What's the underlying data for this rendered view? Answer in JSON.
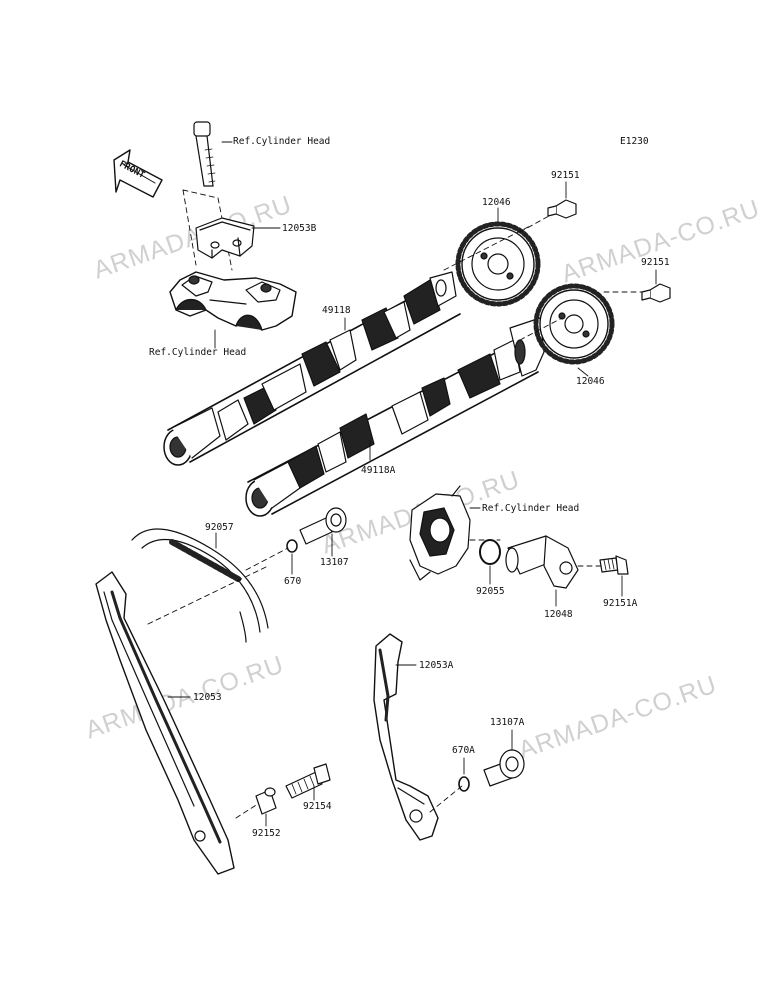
{
  "diagram_code": "E1230",
  "watermark": "ARMADA-CO.RU",
  "front_label": "FRONT",
  "labels": {
    "ref_cyl_head": "Ref.Cylinder Head",
    "p12053B": "12053B",
    "p12046": "12046",
    "p92151": "92151",
    "p49118": "49118",
    "p49118A": "49118A",
    "p92057": "92057",
    "p670": "670",
    "p13107": "13107",
    "p92055": "92055",
    "p12048": "12048",
    "p92151A": "92151A",
    "p12053A": "12053A",
    "p12053": "12053",
    "p13107A": "13107A",
    "p670A": "670A",
    "p92154": "92154",
    "p92152": "92152"
  }
}
